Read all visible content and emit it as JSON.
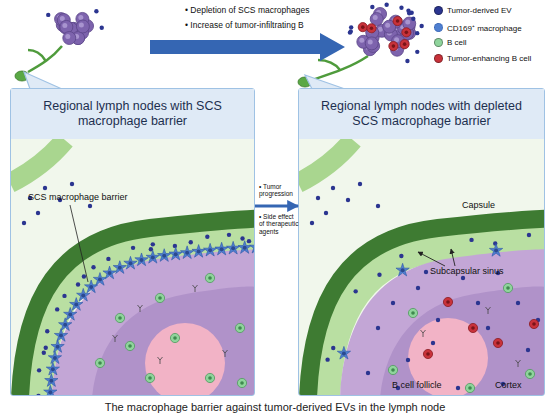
{
  "diagram": {
    "caption": "The macrophage barrier against tumor-derived EVs in the lymph node",
    "nodes": [
      {
        "text": [
          "Regional lymph nodes with SCS macrophage barrier"
        ]
      },
      {
        "text": [
          "Regional lymph nodes with depleted SCS macrophage barrier"
        ]
      }
    ],
    "edges": [
      {
        "from": 0,
        "to": 1,
        "arrow": "to"
      }
    ],
    "labels": [
      "• Depletion of SCS macrophages",
      "• Increase of tumor-infiltrating B",
      "SCS macrophage barrier",
      "• Tumor progression",
      "• Side effect of therapeutic agents",
      "Capsule",
      "Subcapsular sinus",
      "B cell follicle",
      "Cortex"
    ],
    "legend": [
      {
        "text": "Tumor-derived EV",
        "color": "#2b3590"
      },
      {
        "text": "CD169⁺ macrophage",
        "color": "#4f7fd0"
      },
      {
        "text": "B cell",
        "color": "#8fd49c"
      },
      {
        "text": "Tumor-enhancing B cell",
        "color": "#c8323a"
      }
    ]
  }
}
